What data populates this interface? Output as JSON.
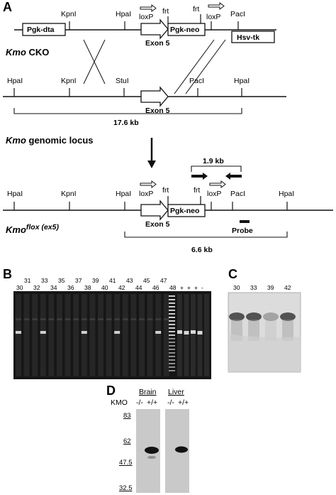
{
  "panels": {
    "a": "A",
    "b": "B",
    "c": "C",
    "d": "D"
  },
  "panel_a": {
    "construct": {
      "sites": [
        "KpnI",
        "HpaI",
        "loxP",
        "frt",
        "frt",
        "loxP",
        "PacI"
      ],
      "boxes": [
        "Pgk-dta",
        "Pgk-neo",
        "Hsv-tk"
      ],
      "exon": "Exon 5",
      "title_gene": "Kmo",
      "title_rest": " CKO"
    },
    "genomic": {
      "sites": [
        "HpaI",
        "KpnI",
        "StuI",
        "PacI",
        "HpaI"
      ],
      "exon": "Exon 5",
      "size": "17.6 kb",
      "title_gene": "Kmo",
      "title_rest": " genomic locus"
    },
    "flox": {
      "sites": [
        "HpaI",
        "KpnI",
        "HpaI",
        "loxP",
        "frt",
        "frt",
        "loxP",
        "PacI",
        "HpaI"
      ],
      "box": "Pgk-neo",
      "exon": "Exon 5",
      "probe": "Probe",
      "pcr_size": "1.9 kb",
      "size": "6.6 kb",
      "title_gene": "Kmo",
      "title_sup": "flox (ex5)"
    }
  },
  "panel_b": {
    "lanes_top": [
      "31",
      "33",
      "35",
      "37",
      "39",
      "41",
      "43",
      "45",
      "47"
    ],
    "lanes_bottom": [
      "30",
      "32",
      "34",
      "36",
      "38",
      "40",
      "42",
      "44",
      "46",
      "48"
    ],
    "controls": [
      "+",
      "+",
      "+",
      "-"
    ]
  },
  "panel_c": {
    "lanes": [
      "30",
      "33",
      "39",
      "42"
    ]
  },
  "panel_d": {
    "tissues": [
      "Brain",
      "Liver"
    ],
    "row_label": "KMO",
    "genotypes": [
      "-/-",
      "+/+",
      "-/-",
      "+/+"
    ],
    "markers": [
      "83",
      "62",
      "47.5",
      "32.5"
    ]
  }
}
